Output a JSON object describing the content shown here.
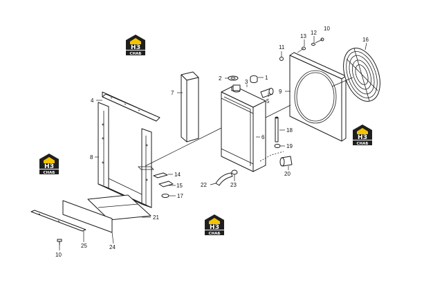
{
  "colors": {
    "line": "#1a1a1a",
    "watermark_dark": "#1f1f1f",
    "watermark_accent": "#f5c400"
  },
  "watermark": {
    "logo_text": "НЗ",
    "logo_sub": "СНАБ"
  },
  "callouts": {
    "c1": "1",
    "c2": "2",
    "c3": "3",
    "c4": "4",
    "c5": "5",
    "c6": "6",
    "c7": "7",
    "c8": "8",
    "c9": "9",
    "c10a": "10",
    "c10b": "10",
    "c11": "11",
    "c12": "12",
    "c13": "13",
    "c14": "14",
    "c15": "15",
    "c16": "16",
    "c17": "17",
    "c18": "18",
    "c19": "19",
    "c20": "20",
    "c21": "21",
    "c22": "22",
    "c23": "23",
    "c24": "24",
    "c25": "25"
  }
}
